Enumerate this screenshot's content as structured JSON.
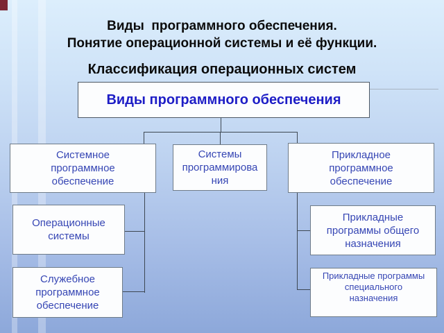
{
  "header": {
    "title_line1": "Виды  программного обеспечения.",
    "title_line2": "Понятие операционной системы и её функции.",
    "subtitle": "Классификация операционных систем"
  },
  "diagram": {
    "root": {
      "label": "Виды программного обеспечения"
    },
    "level1": [
      {
        "label": "Системное\nпрограммное\nобеспечение"
      },
      {
        "label": "Системы\nпрограммирова\nния"
      },
      {
        "label": "Прикладное\nпрограммное\nобеспечение"
      }
    ],
    "system_children": [
      {
        "label": "Операционные\nсистемы"
      },
      {
        "label": "Служебное\nпрограммное\nобеспечение"
      }
    ],
    "application_children": [
      {
        "label": "Прикладные\nпрограммы общего\nназначения"
      },
      {
        "label": "Прикладные программы\nспециального\nназначения"
      }
    ]
  },
  "colors": {
    "background_top": "#dceefc",
    "background_bottom": "#8da8da",
    "box_fill": "#fcfdfe",
    "box_border": "#6e7b88",
    "connector": "#3d4752",
    "title_text": "#0b0b0b",
    "root_text": "#1d1dc6",
    "node_text": "#3646b4",
    "corner_accent": "#7d2733"
  }
}
